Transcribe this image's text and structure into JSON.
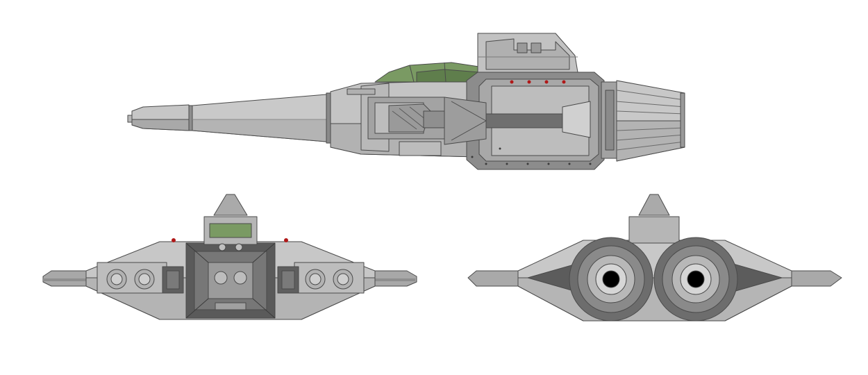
{
  "title": "",
  "views": [
    {
      "id": "side",
      "label": ""
    },
    {
      "id": "front",
      "label": ""
    },
    {
      "id": "rear",
      "label": ""
    }
  ],
  "colors": {
    "background": "#ffffff",
    "hull_light": "#c9c9c9",
    "hull_mid": "#aaaaaa",
    "hull_dark": "#7d7d7d",
    "panel_dark": "#5a5a5a",
    "outline": "#4a4a4a",
    "canopy_green": "#7a9a63",
    "canopy_green_dark": "#5f7e4c",
    "light_red": "#b01818",
    "nozzle_black": "#000000"
  }
}
